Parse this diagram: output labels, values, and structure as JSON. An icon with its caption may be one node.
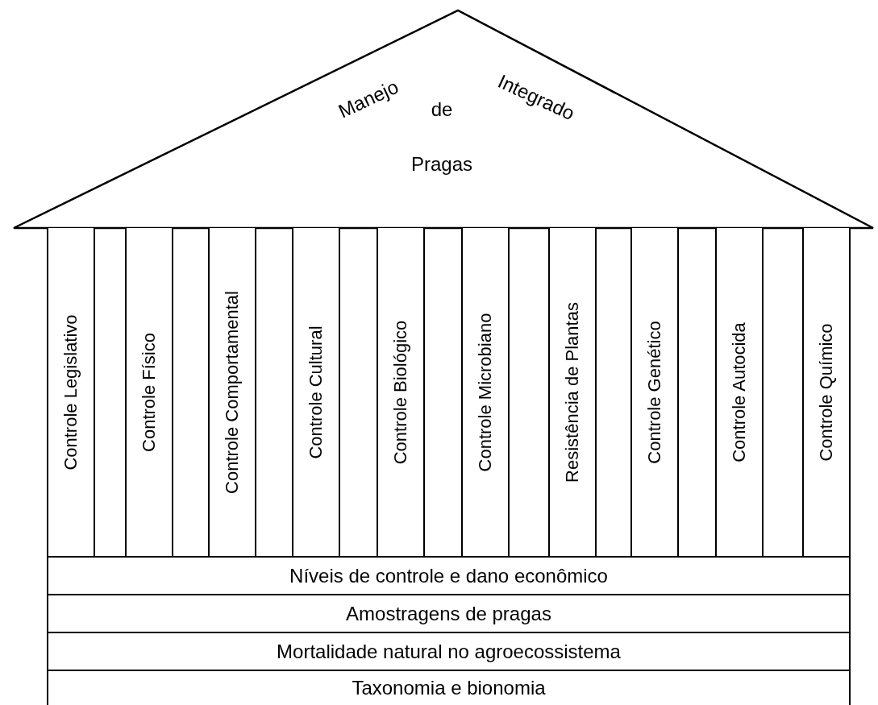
{
  "diagram": {
    "nodes": [
      {
        "text": [
          "Manejo",
          "Integrado",
          "de",
          "Pragas"
        ]
      },
      {
        "text": [
          "Controle Legislativo"
        ]
      },
      {
        "text": [
          "Controle Físico"
        ]
      },
      {
        "text": [
          "Controle Comportamental"
        ]
      },
      {
        "text": [
          "Controle Cultural"
        ]
      },
      {
        "text": [
          "Controle Biológico"
        ]
      },
      {
        "text": [
          "Controle Microbiano"
        ]
      },
      {
        "text": [
          "Resistência de Plantas"
        ]
      },
      {
        "text": [
          "Controle Genético"
        ]
      },
      {
        "text": [
          "Controle Autocida"
        ]
      },
      {
        "text": [
          "Controle Químico"
        ]
      },
      {
        "text": [
          "Níveis de controle e dano econômico"
        ]
      },
      {
        "text": [
          "Amostragens de pragas"
        ]
      },
      {
        "text": [
          "Mortalidade natural no agroecossistema"
        ]
      },
      {
        "text": [
          "Taxonomia e bionomia"
        ]
      }
    ]
  }
}
